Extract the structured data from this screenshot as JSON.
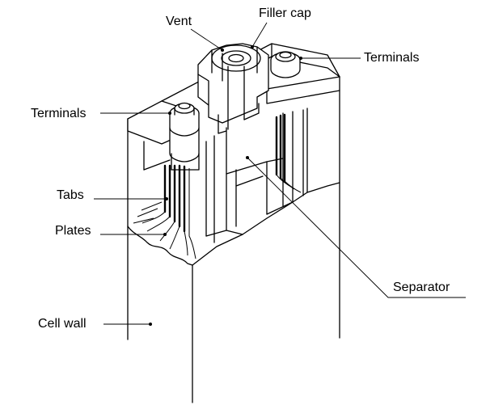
{
  "labels": {
    "vent": "Vent",
    "filler_cap": "Filler cap",
    "terminals_right": "Terminals",
    "terminals_left": "Terminals",
    "tabs": "Tabs",
    "plates": "Plates",
    "separator": "Separator",
    "cell_wall": "Cell wall"
  },
  "colors": {
    "line": "#000000",
    "background": "#ffffff"
  }
}
